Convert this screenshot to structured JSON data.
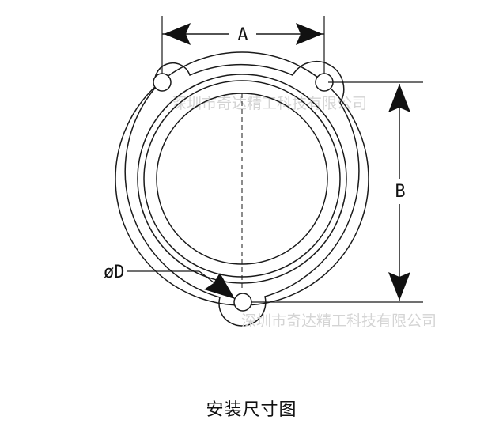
{
  "drawing": {
    "dimension_labels": {
      "a": "A",
      "b": "B",
      "d": "øD"
    },
    "watermarks": [
      "深圳市奇达精工科技有限公司",
      "深圳市奇达精工科技有限公司"
    ],
    "caption": "安装尺寸图"
  }
}
